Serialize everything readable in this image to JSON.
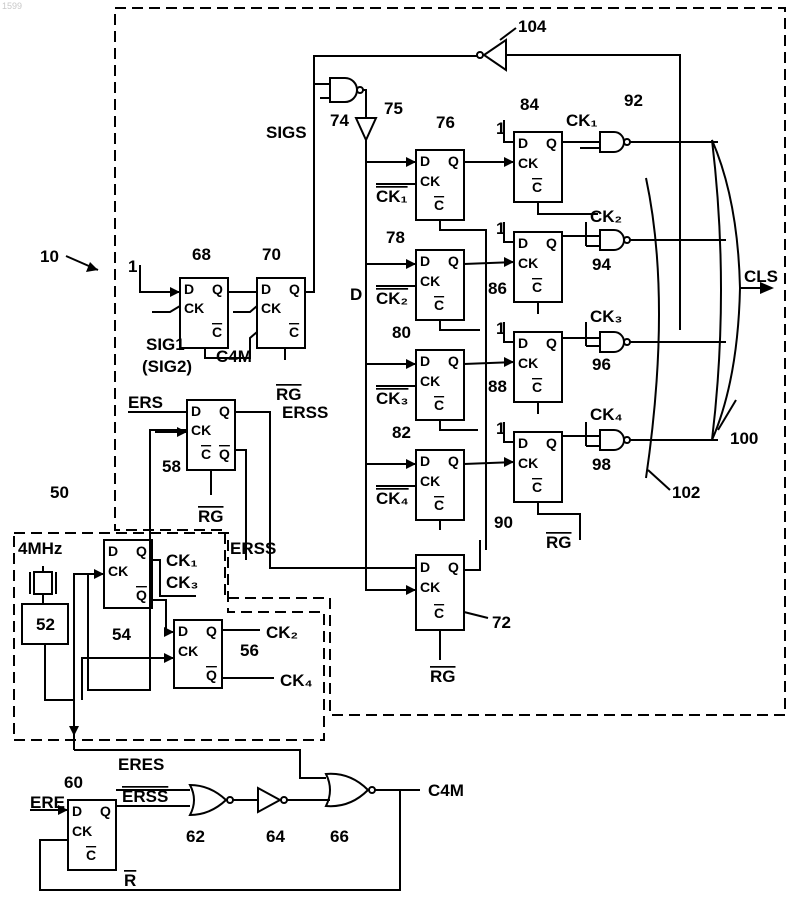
{
  "watermark": "1599",
  "labels": {
    "ref_10": "10",
    "ref_50": "50",
    "ref_52": "52",
    "ref_54": "54",
    "ref_56": "56",
    "ref_58": "58",
    "ref_60": "60",
    "ref_62": "62",
    "ref_64": "64",
    "ref_66": "66",
    "ref_68": "68",
    "ref_70": "70",
    "ref_72": "72",
    "ref_74": "74",
    "ref_75": "75",
    "ref_76": "76",
    "ref_78": "78",
    "ref_80": "80",
    "ref_82": "82",
    "ref_84": "84",
    "ref_86": "86",
    "ref_88": "88",
    "ref_90": "90",
    "ref_92": "92",
    "ref_94": "94",
    "ref_96": "96",
    "ref_98": "98",
    "ref_100": "100",
    "ref_102": "102",
    "ref_104": "104"
  },
  "signals": {
    "freq": "4MHz",
    "sigs": "SIGS",
    "sig1": "SIG1",
    "sig2": "(SIG2)",
    "c4m": "C4M",
    "rg": "RG",
    "ers": "ERS",
    "erss": "ERSS",
    "ere": "ERE",
    "eres": "ERES",
    "cls": "CLS",
    "d": "D",
    "one": "1",
    "ck1": "CK₁",
    "ck2": "CK₂",
    "ck3": "CK₃",
    "ck4": "CK₄",
    "ck1_2": "CK₁",
    "ck3_2": "CK₃",
    "ck2_2": "CK₂",
    "ck4_2": "CK₄",
    "r": "R"
  },
  "pins": {
    "d": "D",
    "q": "Q",
    "ck": "CK",
    "c": "C"
  }
}
